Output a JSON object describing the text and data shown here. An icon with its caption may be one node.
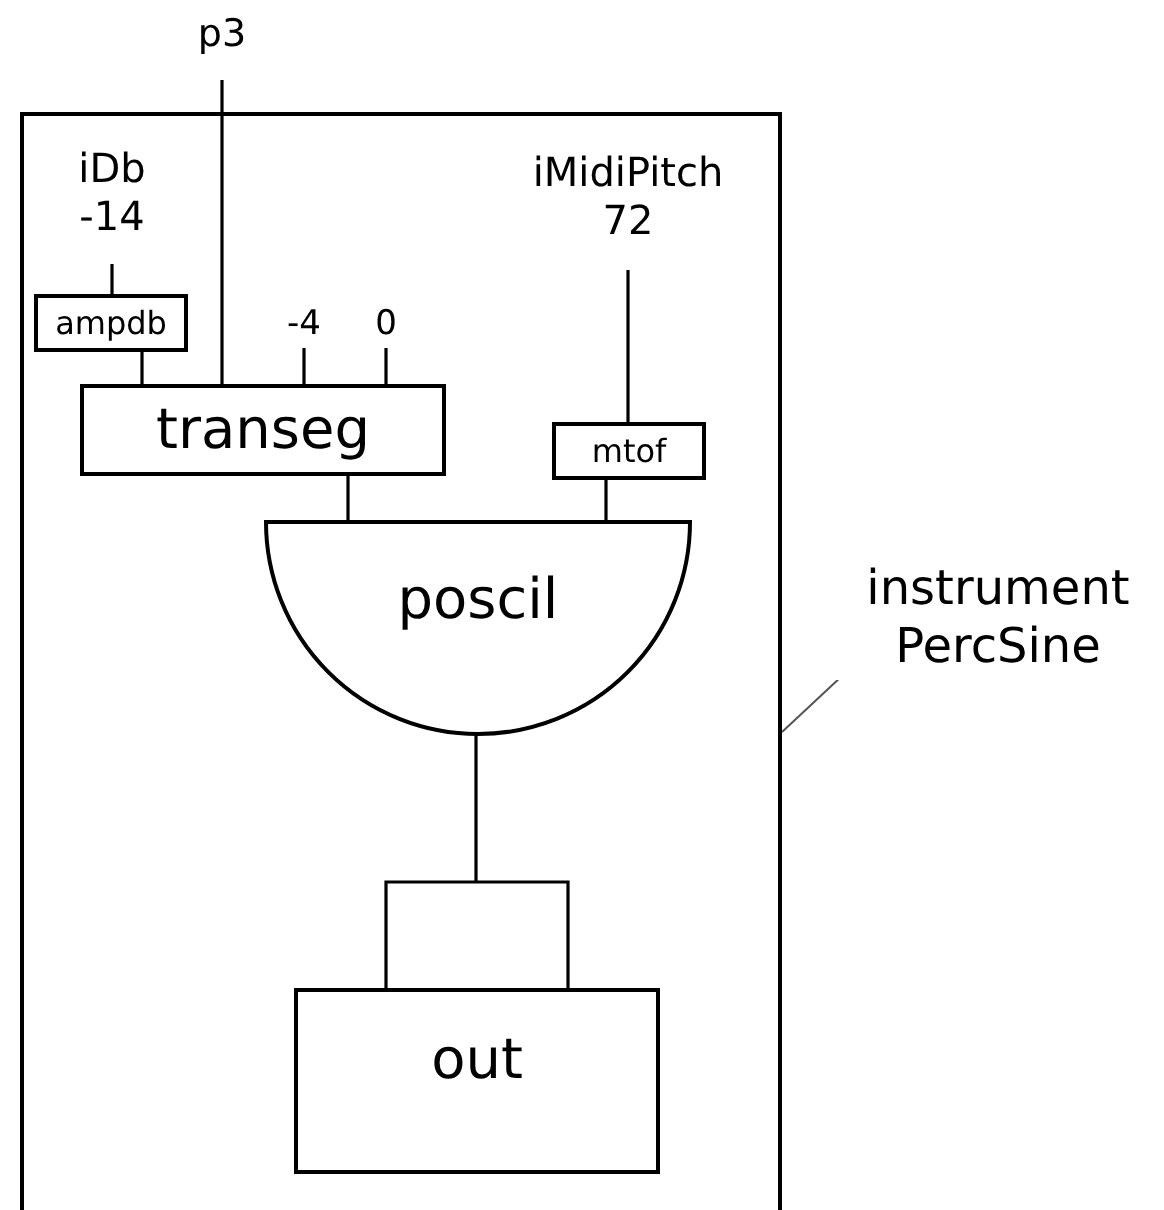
{
  "diagram": {
    "nodes": [
      {
        "text": [],
        "shape": "box"
      },
      {
        "text": [
          "p3"
        ]
      },
      {
        "text": [
          "iDb -14"
        ],
        "in": 0
      },
      {
        "text": [
          "iMidiPitch 72"
        ],
        "in": 0
      },
      {
        "text": [
          "ampdb"
        ],
        "in": 0
      },
      {
        "text": [
          "-4"
        ],
        "in": 0
      },
      {
        "text": [
          "0"
        ],
        "in": 0
      },
      {
        "text": [
          "transeg"
        ],
        "in": 0
      },
      {
        "text": [
          "mtof"
        ],
        "in": 0
      },
      {
        "text": [
          "poscil"
        ],
        "in": 0
      },
      {
        "text": [
          "out"
        ],
        "in": 0
      },
      {
        "text": [
          "instrument PercSine"
        ]
      }
    ],
    "edges": [
      {
        "from": 1,
        "to": 7,
        "arrow": "none"
      },
      {
        "from": 2,
        "to": 4,
        "arrow": "none"
      },
      {
        "from": 4,
        "to": 7,
        "arrow": "none"
      },
      {
        "from": 5,
        "to": 7,
        "arrow": "none"
      },
      {
        "from": 6,
        "to": 7,
        "arrow": "none"
      },
      {
        "from": 3,
        "to": 8,
        "arrow": "none"
      },
      {
        "from": 7,
        "to": 9,
        "arrow": "none"
      },
      {
        "from": 8,
        "to": 9,
        "arrow": "none"
      },
      {
        "from": 9,
        "to": 10,
        "arrow": "none"
      },
      {
        "from": 11,
        "to": 0,
        "arrow": "none"
      }
    ]
  }
}
